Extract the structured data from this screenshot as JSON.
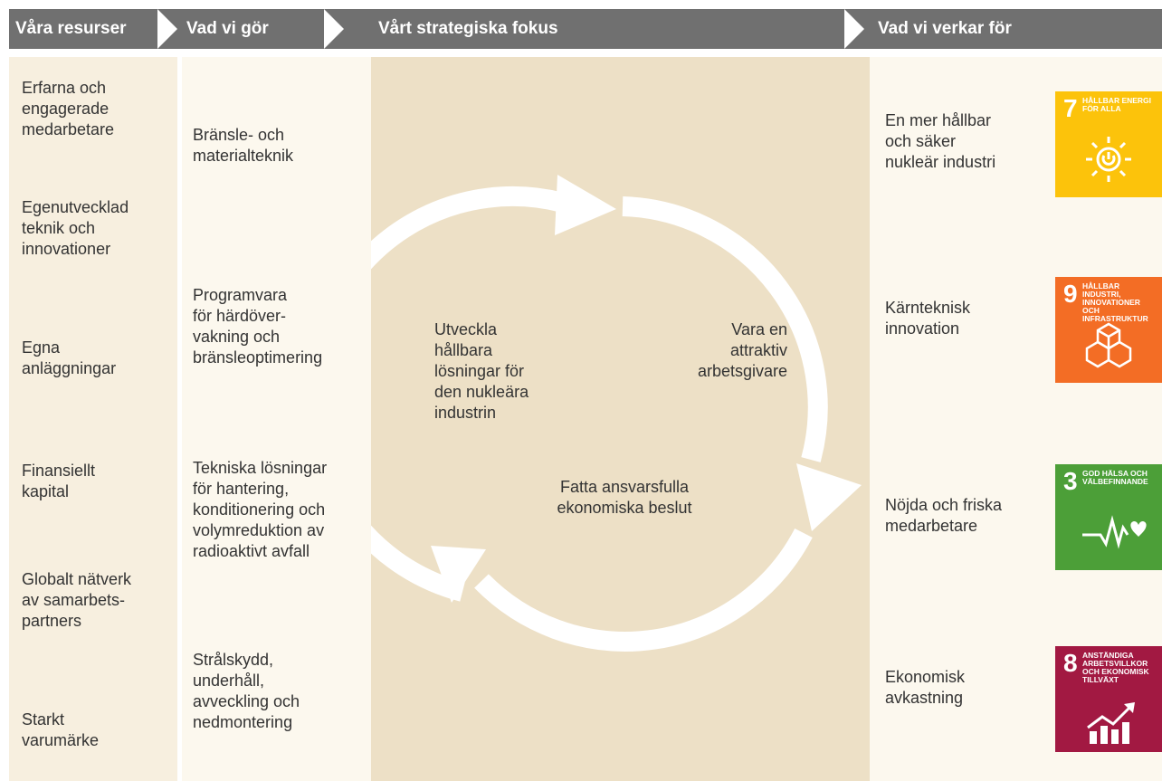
{
  "header": {
    "col1": "Våra resurser",
    "col2": "Vad vi gör",
    "col3": "Vårt strategiska fokus",
    "col4": "Vad vi verkar för"
  },
  "resources": [
    "Erfarna och\nengagerade\nmedarbetare",
    "Egenutvecklad\nteknik och\ninnovationer",
    "Egna\nanläggningar",
    "Finansiellt\nkapital",
    "Globalt nätverk\nav samarbets-\npartners",
    "Starkt\nvarumärke"
  ],
  "activities": [
    "Bränsle- och\nmaterialteknik",
    "Programvara\nför härdöver-\nvakning och\nbränsleoptimering",
    "Tekniska lösningar\nför hantering,\nkonditionering och\nvolymreduktion av\nradioaktivt avfall",
    "Strålskydd,\nunderhåll,\navveckling och\nnedmontering"
  ],
  "focus": {
    "left": "Utveckla\nhållbara\nlösningar för\nden nukleära\nindustrin",
    "right": "Vara en\nattraktiv\narbetsgivare",
    "bottom": "Fatta ansvarsfulla\nekonomiska beslut"
  },
  "outcomes": [
    "En mer hållbar\noch säker\nnukleär industri",
    "Kärnteknisk\ninnovation",
    "Nöjda och friska\nmedarbetare",
    "Ekonomisk\navkastning"
  ],
  "sdgs": [
    {
      "number": "7",
      "label": "HÅLLBAR ENERGI\nFÖR ALLA",
      "color": "#fcc30b",
      "icon": "sun-power-icon"
    },
    {
      "number": "9",
      "label": "HÅLLBAR INDUSTRI,\nINNOVATIONER OCH\nINFRASTRUKTUR",
      "color": "#f36d25",
      "icon": "cubes-icon"
    },
    {
      "number": "3",
      "label": "GOD HÄLSA OCH\nVÄLBEFINNANDE",
      "color": "#4c9f38",
      "icon": "heartbeat-icon"
    },
    {
      "number": "8",
      "label": "ANSTÄNDIGA\nARBETSVILLKOR\nOCH EKONOMISK\nTILLVÄXT",
      "color": "#a21942",
      "icon": "growth-chart-icon"
    }
  ]
}
